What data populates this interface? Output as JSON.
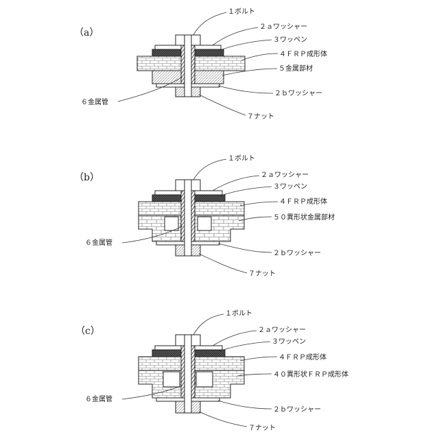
{
  "panels": [
    {
      "id": "a",
      "panel_label": "（a）",
      "labels": {
        "bolt": "１ボルト",
        "washer_a": "２ａワッシャー",
        "patch": "３ワッペン",
        "frp": "４ＦＲＰ成形体",
        "member": "５金属部材",
        "washer_b": "２ｂワッシャー",
        "tube": "６金属管",
        "nut": "７ナット"
      }
    },
    {
      "id": "b",
      "panel_label": "（b）",
      "labels": {
        "bolt": "１ボルト",
        "washer_a": "２ａワッシャー",
        "patch": "３ワッペン",
        "frp": "４ＦＲＰ成形体",
        "member": "５０異形状金属部材",
        "washer_b": "２ｂワッシャー",
        "tube": "６金属管",
        "nut": "７ナット"
      }
    },
    {
      "id": "c",
      "panel_label": "（c）",
      "labels": {
        "bolt": "１ボルト",
        "washer_a": "２ａワッシャー",
        "patch": "３ワッペン",
        "frp": "４ＦＲＰ成形体",
        "member": "４０異形状ＦＲＰ成形体",
        "washer_b": "２ｂワッシャー",
        "tube": "６金属管",
        "nut": "７ナット"
      }
    }
  ]
}
